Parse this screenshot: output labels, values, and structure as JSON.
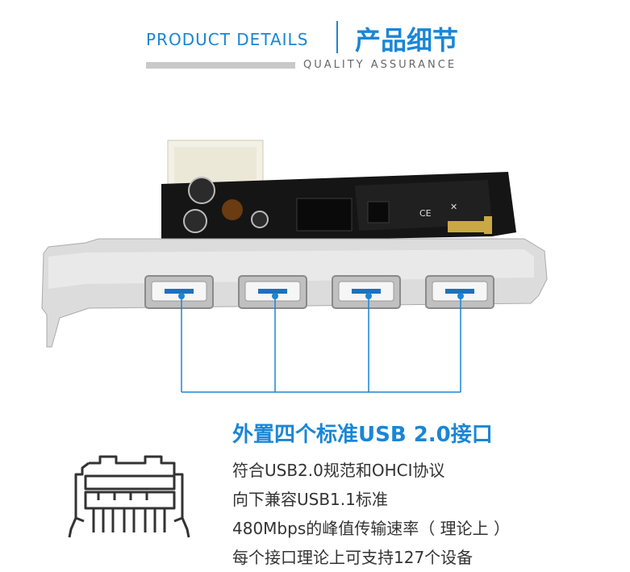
{
  "header": {
    "title_en": "PRODUCT DETAILS",
    "title_cn": "产品细节",
    "subtitle": "QUALITY ASSURANCE"
  },
  "feature": {
    "title": "外置四个标准USB 2.0接口",
    "lines": [
      "符合USB2.0规范和OHCI协议",
      "向下兼容USB1.1标准",
      "480Mbps的峰值传输速率（ 理论上 ）",
      "每个接口理论上可支持127个设备"
    ]
  },
  "colors": {
    "accent": "#1a86d6",
    "text": "#333333",
    "bar": "#c9c9c9"
  },
  "icons": [
    "usb-port-diagram-icon"
  ]
}
